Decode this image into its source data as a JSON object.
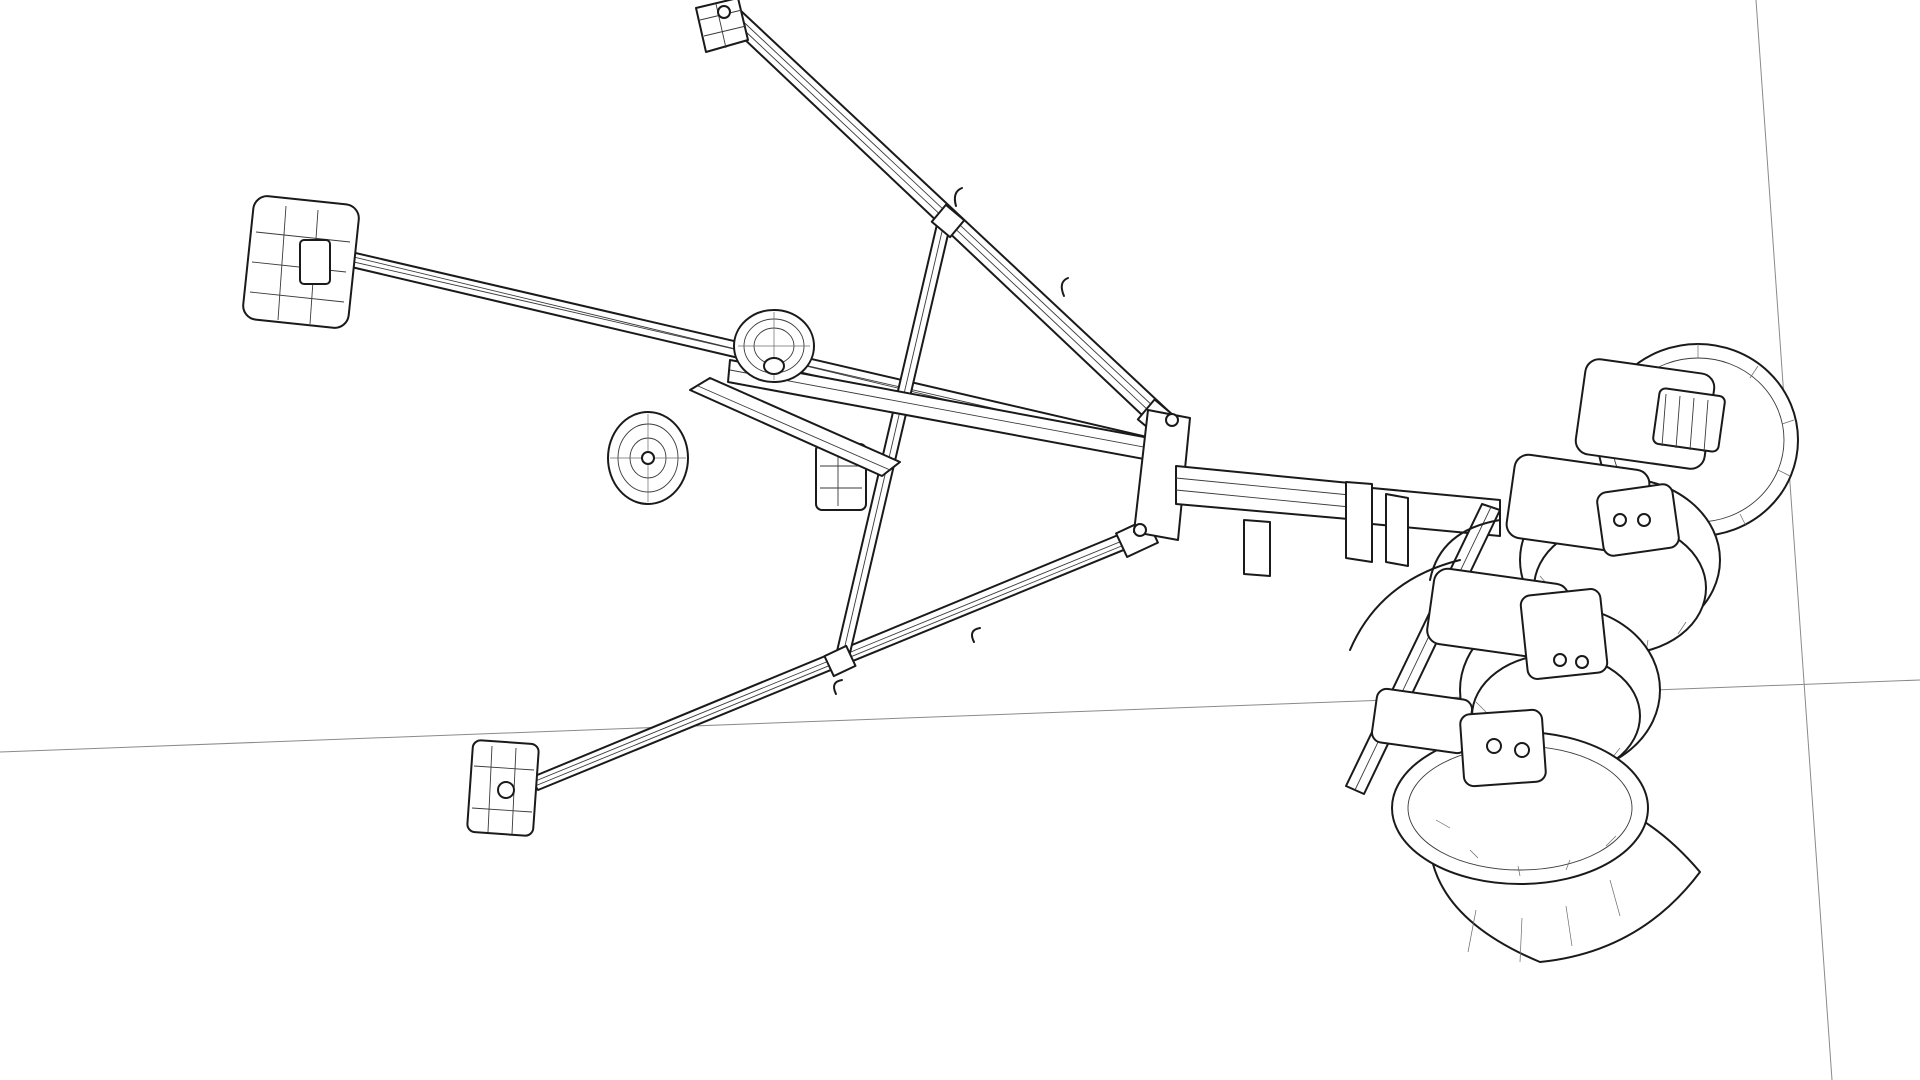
{
  "scene": {
    "background": "#ffffff",
    "line_color": "#1a1a1a",
    "guide_color": "#8a8a8a",
    "render_style": "wireframe"
  },
  "model": {
    "components": [
      "ground-plane-edge",
      "boom-arms",
      "outrigger-pads",
      "transport-wheels",
      "main-mast",
      "lamp-heads"
    ],
    "outrigger_pad_count": 4,
    "transport_wheel_count": 2,
    "lamp_head_count": 4
  }
}
